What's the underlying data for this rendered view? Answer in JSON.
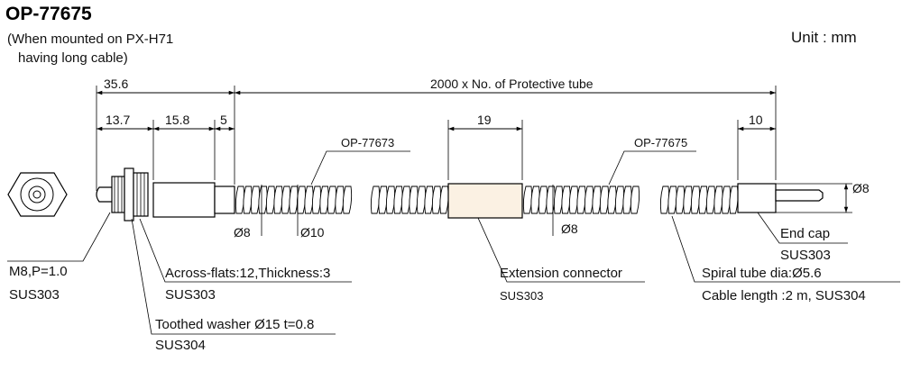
{
  "header": {
    "title": "OP-77675",
    "subtitle_line1": "(When mounted on PX-H71",
    "subtitle_line2": "having long cable)",
    "unit": "Unit : mm"
  },
  "dimensions": {
    "d_35_6": "35.6",
    "d_13_7": "13.7",
    "d_15_8": "15.8",
    "d_5": "5",
    "d_19": "19",
    "d_10": "10",
    "total": "2000 x No. of Protective tube",
    "dia8_a": "Ø8",
    "dia10": "Ø10",
    "dia8_b": "Ø8",
    "dia8_c": "Ø8"
  },
  "callouts": {
    "op77673": "OP-77673",
    "op77675": "OP-77675",
    "thread": "M8,P=1.0",
    "thread_mat": "SUS303",
    "across_flats": "Across-flats:12,Thickness:3",
    "across_flats_mat": "SUS303",
    "washer": "Toothed washer Ø15 t=0.8",
    "washer_mat": "SUS304",
    "ext_connector": "Extension connector",
    "ext_connector_mat": "SUS303",
    "end_cap": "End cap",
    "end_cap_mat": "SUS303",
    "spiral": "Spiral tube dia:Ø5.6",
    "cable": "Cable length :2 m, SUS304"
  }
}
